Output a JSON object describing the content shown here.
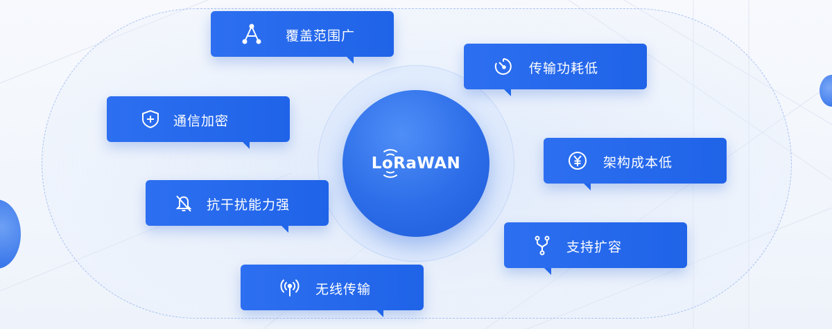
{
  "center": {
    "logo_text": "LoRaWAN"
  },
  "features": [
    {
      "label": "覆盖范围广",
      "icon": "coverage-triangle-icon"
    },
    {
      "label": "传输功耗低",
      "icon": "gauge-icon"
    },
    {
      "label": "通信加密",
      "icon": "shield-plus-icon"
    },
    {
      "label": "架构成本低",
      "icon": "yen-icon"
    },
    {
      "label": "抗干扰能力强",
      "icon": "bell-off-icon"
    },
    {
      "label": "支持扩容",
      "icon": "branch-icon"
    },
    {
      "label": "无线传输",
      "icon": "wireless-antenna-icon"
    }
  ],
  "colors": {
    "card": "#1f63e8",
    "center": "#2c6de8",
    "background": "#f3f6fc"
  }
}
